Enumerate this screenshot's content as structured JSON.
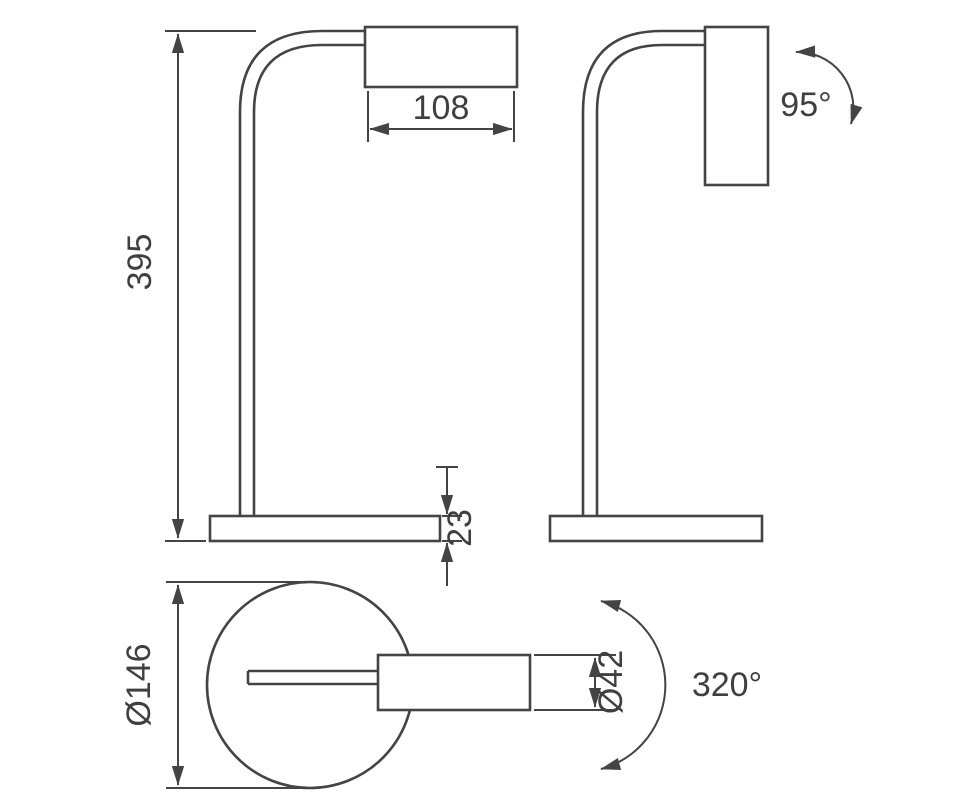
{
  "page": {
    "background": "#ffffff",
    "line_color": "#444444",
    "text_color": "#3f3f3f"
  },
  "drawing": {
    "subject": "desk-lamp-technical-dimension-drawing",
    "views": {
      "front": {
        "height": "395",
        "head_length": "108",
        "base_thickness": "23"
      },
      "side": {
        "head_tilt_angle": "95°"
      },
      "top": {
        "base_diameter": "Ø146",
        "head_diameter": "Ø42",
        "swivel_angle": "320°"
      }
    }
  }
}
